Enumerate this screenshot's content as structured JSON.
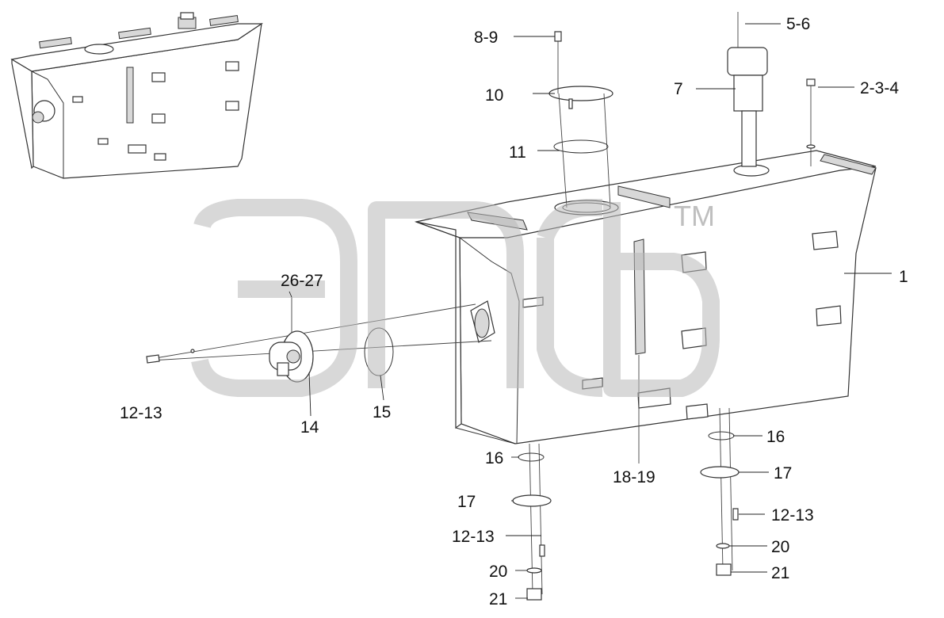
{
  "diagram": {
    "watermark": {
      "text": "эпсь",
      "tm": "TM"
    },
    "callouts": [
      {
        "id": "c1",
        "label": "1"
      },
      {
        "id": "c2",
        "label": "2-3-4"
      },
      {
        "id": "c5",
        "label": "5-6"
      },
      {
        "id": "c7",
        "label": "7"
      },
      {
        "id": "c8",
        "label": "8-9"
      },
      {
        "id": "c10",
        "label": "10"
      },
      {
        "id": "c11",
        "label": "11"
      },
      {
        "id": "c12a",
        "label": "12-13"
      },
      {
        "id": "c12b",
        "label": "12-13"
      },
      {
        "id": "c12c",
        "label": "12-13"
      },
      {
        "id": "c14",
        "label": "14"
      },
      {
        "id": "c15",
        "label": "15"
      },
      {
        "id": "c16a",
        "label": "16"
      },
      {
        "id": "c16b",
        "label": "16"
      },
      {
        "id": "c17a",
        "label": "17"
      },
      {
        "id": "c17b",
        "label": "17"
      },
      {
        "id": "c18",
        "label": "18-19"
      },
      {
        "id": "c20a",
        "label": "20"
      },
      {
        "id": "c20b",
        "label": "20"
      },
      {
        "id": "c21a",
        "label": "21"
      },
      {
        "id": "c21b",
        "label": "21"
      },
      {
        "id": "c26",
        "label": "26-27"
      }
    ]
  }
}
